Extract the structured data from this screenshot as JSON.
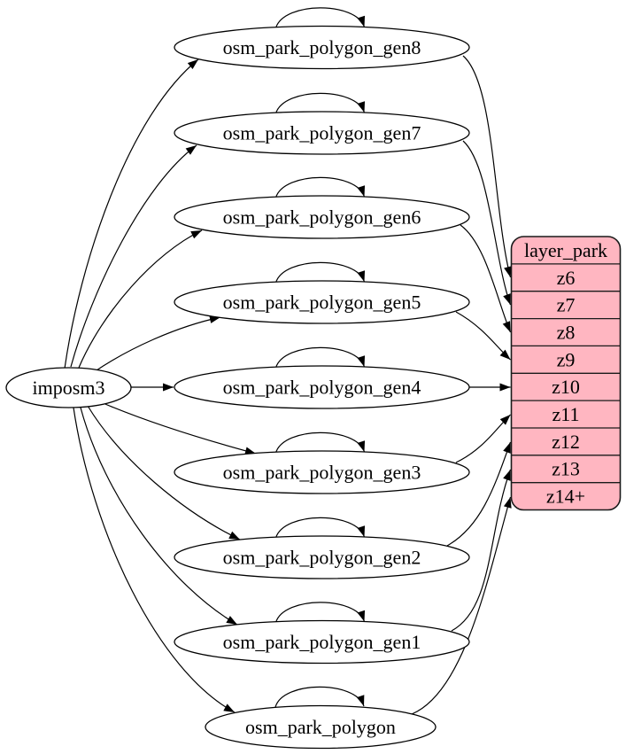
{
  "source_node": {
    "label": "imposm3"
  },
  "table_nodes": [
    {
      "label": "osm_park_polygon_gen8",
      "self_loop": true,
      "maps_to": "z6"
    },
    {
      "label": "osm_park_polygon_gen7",
      "self_loop": true,
      "maps_to": "z7"
    },
    {
      "label": "osm_park_polygon_gen6",
      "self_loop": true,
      "maps_to": "z8"
    },
    {
      "label": "osm_park_polygon_gen5",
      "self_loop": true,
      "maps_to": "z9"
    },
    {
      "label": "osm_park_polygon_gen4",
      "self_loop": true,
      "maps_to": "z10"
    },
    {
      "label": "osm_park_polygon_gen3",
      "self_loop": true,
      "maps_to": "z11"
    },
    {
      "label": "osm_park_polygon_gen2",
      "self_loop": true,
      "maps_to": "z12"
    },
    {
      "label": "osm_park_polygon_gen1",
      "self_loop": true,
      "maps_to": "z13"
    },
    {
      "label": "osm_park_polygon",
      "self_loop": true,
      "maps_to": "z14+"
    }
  ],
  "layer_table": {
    "header": "layer_park",
    "rows": [
      "z6",
      "z7",
      "z8",
      "z9",
      "z10",
      "z11",
      "z12",
      "z13",
      "z14+"
    ],
    "fill": "#ffb6c1",
    "stroke": "#1a1a1a"
  },
  "colors": {
    "node_fill": "#ffffff",
    "node_stroke": "#000000",
    "edge": "#000000"
  }
}
